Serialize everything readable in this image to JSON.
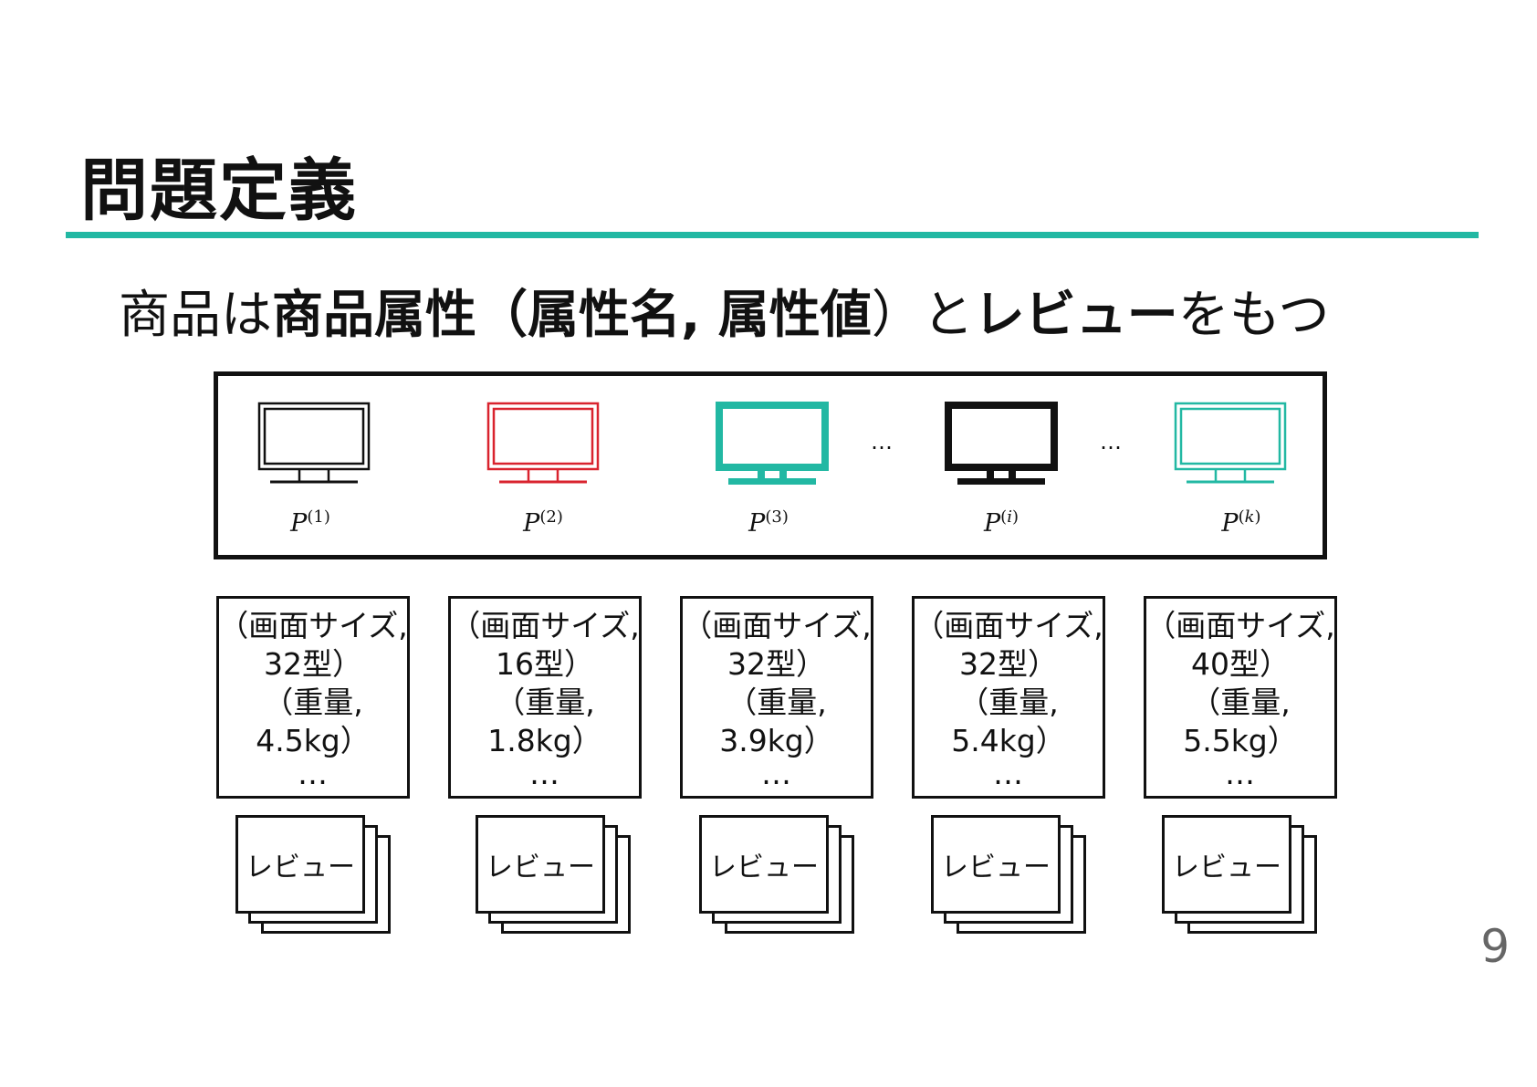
{
  "slide": {
    "title": "問題定義",
    "subtitle_parts": [
      "商品は",
      "商品属性",
      "（",
      "属性名, 属性値",
      "）と",
      "レビュー",
      "をもつ"
    ],
    "page_number": "9",
    "accent_color": "#22b8a3"
  },
  "products": [
    {
      "symbol": "P",
      "index": "1",
      "index_italic": false,
      "icon": "tv-monitor-icon",
      "style": "double-outline",
      "color": "#111111"
    },
    {
      "symbol": "P",
      "index": "2",
      "index_italic": false,
      "icon": "tv-monitor-icon",
      "style": "double-outline",
      "color": "#d9232e"
    },
    {
      "symbol": "P",
      "index": "3",
      "index_italic": false,
      "icon": "tv-monitor-icon",
      "style": "solid-thick",
      "color": "#22b8a3"
    },
    {
      "symbol": "P",
      "index": "i",
      "index_italic": true,
      "icon": "tv-monitor-icon",
      "style": "solid-thick",
      "color": "#111111"
    },
    {
      "symbol": "P",
      "index": "k",
      "index_italic": true,
      "icon": "tv-monitor-icon",
      "style": "double-outline",
      "color": "#22b8a3"
    }
  ],
  "ellipsis": "…",
  "attributes": [
    {
      "line1": "（画面サイズ,",
      "line2": "32型）",
      "line3": "（重量,",
      "line4": "4.5kg）",
      "more": "…"
    },
    {
      "line1": "（画面サイズ,",
      "line2": "16型）",
      "line3": "（重量,",
      "line4": "1.8kg）",
      "more": "…"
    },
    {
      "line1": "（画面サイズ,",
      "line2": "32型）",
      "line3": "（重量,",
      "line4": "3.9kg）",
      "more": "…"
    },
    {
      "line1": "（画面サイズ,",
      "line2": "32型）",
      "line3": "（重量,",
      "line4": "5.4kg）",
      "more": "…"
    },
    {
      "line1": "（画面サイズ,",
      "line2": "40型）",
      "line3": "（重量,",
      "line4": "5.5kg）",
      "more": "…"
    }
  ],
  "review_label": "レビュー"
}
